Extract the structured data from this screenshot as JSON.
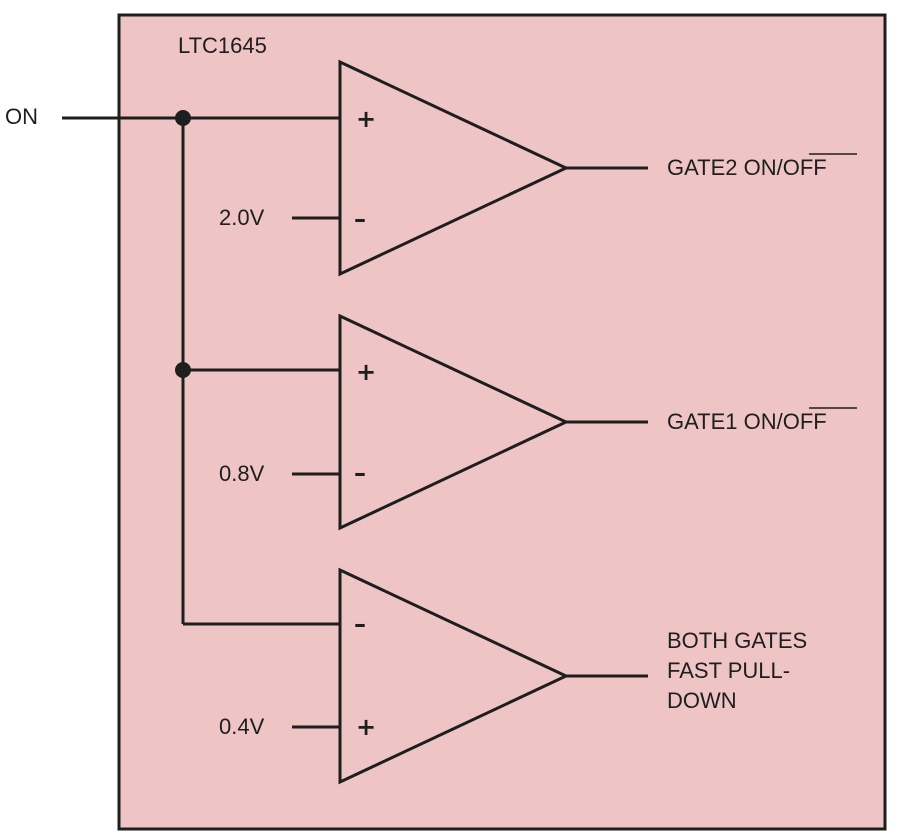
{
  "chip": {
    "name": "LTC1645",
    "fill_color": "#efc4c4",
    "border_color": "#1e1e1e"
  },
  "input": {
    "label": "ON"
  },
  "comparators": [
    {
      "id": "gate2",
      "reference": "2.0V",
      "top_sign": "+",
      "bottom_sign": "–",
      "output_text": "GATE2 ON/",
      "output_overbar_text": "OFF"
    },
    {
      "id": "gate1",
      "reference": "0.8V",
      "top_sign": "+",
      "bottom_sign": "–",
      "output_text": "GATE1 ON/",
      "output_overbar_text": "OFF"
    },
    {
      "id": "pulldown",
      "reference": "0.4V",
      "top_sign": "–",
      "bottom_sign": "+",
      "output_lines": [
        "BOTH GATES",
        "FAST PULL-",
        "DOWN"
      ]
    }
  ]
}
